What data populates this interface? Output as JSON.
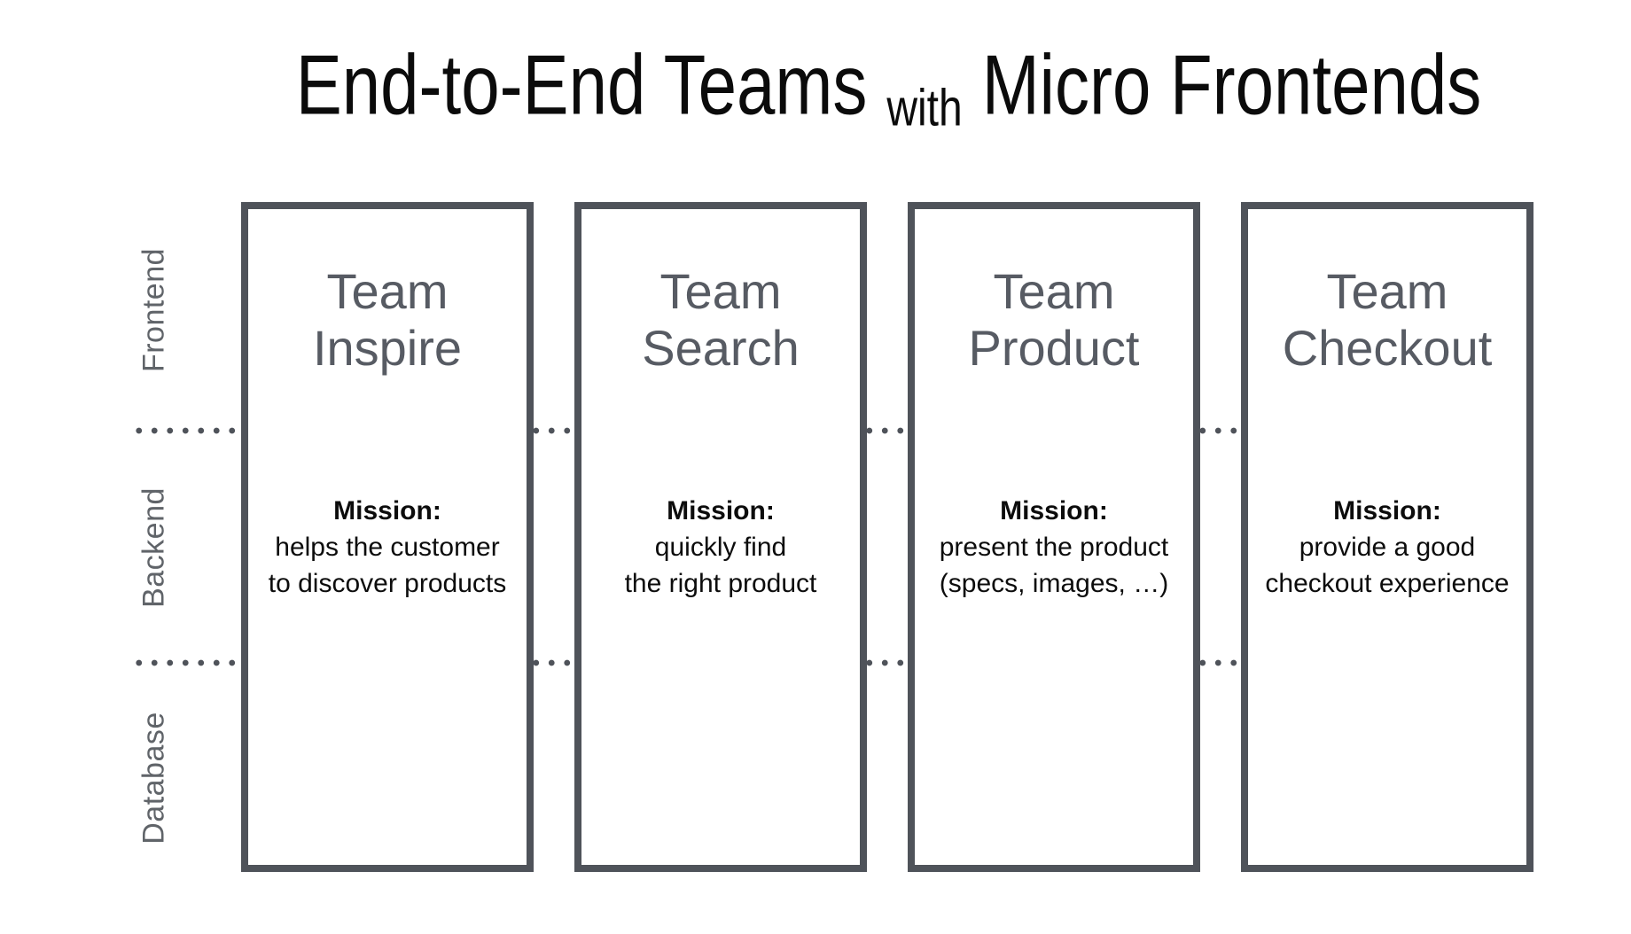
{
  "title": {
    "part1": "End-to-End Teams",
    "connector": "with",
    "part2": "Micro Frontends"
  },
  "rows": [
    {
      "label": "Frontend"
    },
    {
      "label": "Backend"
    },
    {
      "label": "Database"
    }
  ],
  "teams": [
    {
      "name": "Team\nInspire",
      "mission_label": "Mission:",
      "mission": "helps the customer\nto discover products"
    },
    {
      "name": "Team\nSearch",
      "mission_label": "Mission:",
      "mission": "quickly find\nthe right product"
    },
    {
      "name": "Team\nProduct",
      "mission_label": "Mission:",
      "mission": "present the product\n(specs, images, …)"
    },
    {
      "name": "Team\nCheckout",
      "mission_label": "Mission:",
      "mission": "provide a good\ncheckout experience"
    }
  ],
  "colors": {
    "background": "#ffffff",
    "box_border": "#4f535a",
    "divider_dots": "#4f535a",
    "team_title": "#575b63",
    "row_label": "#606469",
    "mission_text": "#0c0c0c",
    "title_text": "#0b0b0b"
  }
}
